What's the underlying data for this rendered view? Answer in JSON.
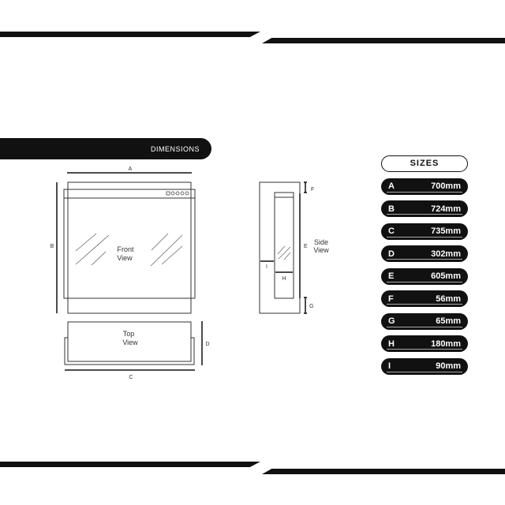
{
  "banner": {
    "title": "DIMENSIONS"
  },
  "diagram": {
    "front_label": [
      "Front",
      "View"
    ],
    "top_label": [
      "Top",
      "View"
    ],
    "side_label": [
      "Side",
      "View"
    ],
    "letters": {
      "A": "A",
      "B": "B",
      "C": "C",
      "D": "D",
      "E": "E",
      "F": "F",
      "G": "G",
      "H": "H",
      "I": "I"
    }
  },
  "sizes": {
    "title": "SIZES",
    "rows": [
      {
        "key": "A",
        "value": "700mm"
      },
      {
        "key": "B",
        "value": "724mm"
      },
      {
        "key": "C",
        "value": "735mm"
      },
      {
        "key": "D",
        "value": "302mm"
      },
      {
        "key": "E",
        "value": "605mm"
      },
      {
        "key": "F",
        "value": "56mm"
      },
      {
        "key": "G",
        "value": "65mm"
      },
      {
        "key": "H",
        "value": "180mm"
      },
      {
        "key": "I",
        "value": "90mm"
      }
    ]
  }
}
